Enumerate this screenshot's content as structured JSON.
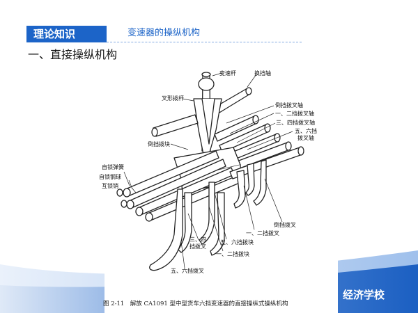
{
  "header": {
    "tag": "理论知识",
    "title": "变速器的操纵机构"
  },
  "section_title": "一、直接操纵机构",
  "figure": {
    "caption": "图 2-11　解放 CA1091 型中型货车六挡变速器的直接操纵式操纵机构",
    "labels": {
      "shift_lever": "变速杆",
      "shift_shaft": "换挡轴",
      "fork_lever": "叉形拨杆",
      "reverse_fork_shaft": "倒挡拨叉轴",
      "gear12_fork_shaft": "一、二挡拨叉轴",
      "gear34_fork_shaft": "三、四挡拨叉轴",
      "gear56_fork_shaft_1": "五、六挡",
      "gear56_fork_shaft_2": "拨叉轴",
      "reverse_block": "倒挡拨块",
      "lock_spring": "自锁弹簧",
      "lock_ball": "自锁钢球",
      "interlock_pin": "互锁销",
      "reverse_fork": "倒挡拨叉",
      "gear12_fork": "一、二挡拨叉",
      "gear56_block": "五、六挡拨块",
      "gear34_fork_1": "三、四",
      "gear34_fork_2": "挡拨叉",
      "gear12_block": "一、二挡拨块",
      "gear56_fork": "五、六挡拨叉"
    }
  },
  "footer": {
    "school": "经济学校"
  },
  "colors": {
    "brand_blue": "#1c64c8",
    "band_blue": "#1b5fc2"
  }
}
